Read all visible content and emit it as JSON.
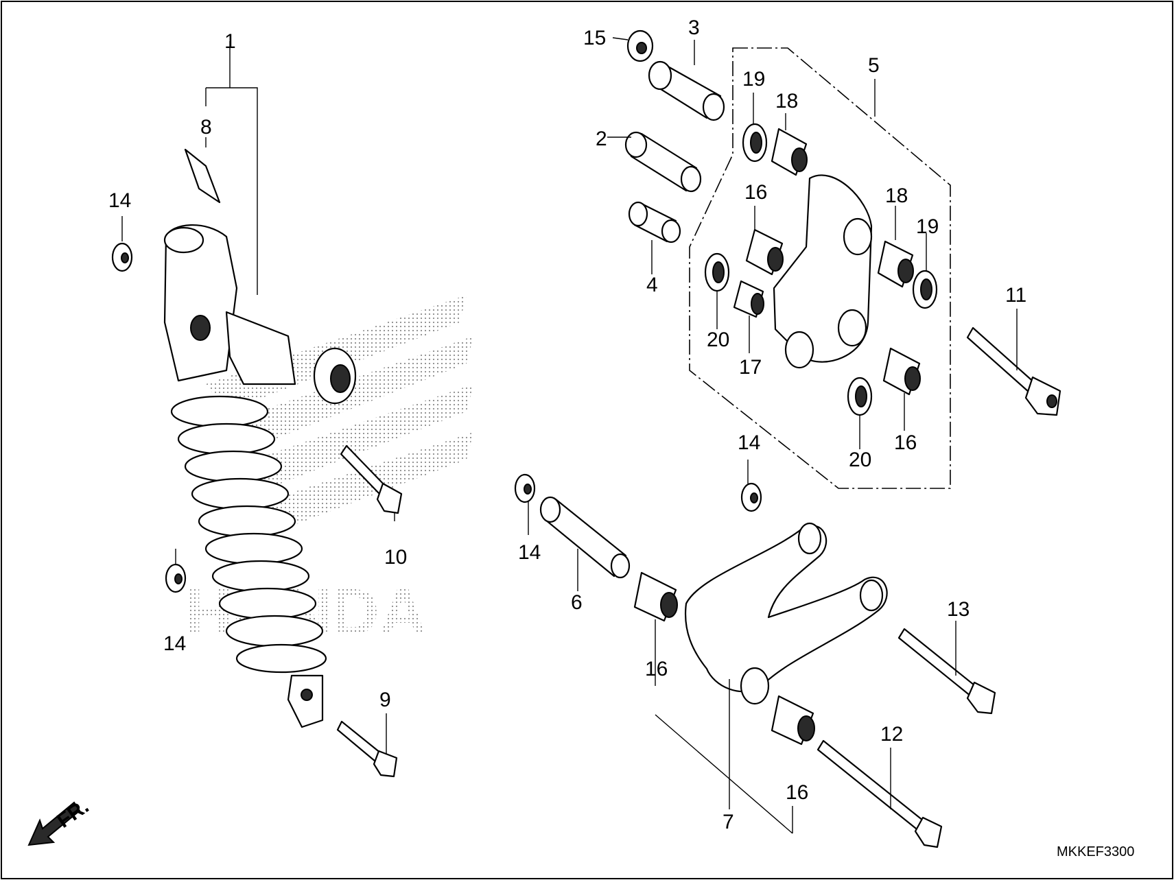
{
  "diagram": {
    "drawing_code": "MKKEF3300",
    "direction_label": "FR.",
    "watermark_text": "HONDA",
    "callouts": {
      "c1": "1",
      "c2": "2",
      "c3": "3",
      "c4": "4",
      "c5": "5",
      "c6": "6",
      "c7": "7",
      "c8": "8",
      "c9": "9",
      "c10": "10",
      "c11": "11",
      "c12": "12",
      "c13": "13",
      "c14a": "14",
      "c14b": "14",
      "c14c": "14",
      "c14d": "14",
      "c15": "15",
      "c16a": "16",
      "c16b": "16",
      "c16c": "16",
      "c16d": "16",
      "c17": "17",
      "c18a": "18",
      "c18b": "18",
      "c19a": "19",
      "c19b": "19",
      "c20a": "20",
      "c20b": "20"
    }
  }
}
